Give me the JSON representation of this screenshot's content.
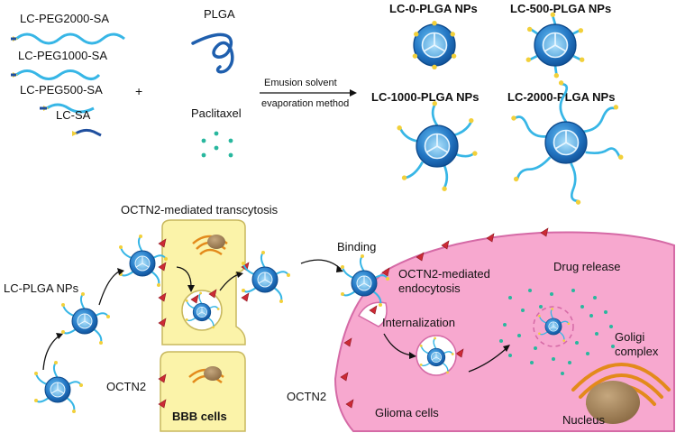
{
  "reagents": {
    "lc_peg2000_sa": "LC-PEG2000-SA",
    "lc_peg1000_sa": "LC-PEG1000-SA",
    "lc_peg500_sa": "LC-PEG500-SA",
    "lc_sa": "LC-SA",
    "plus": "+",
    "plga": "PLGA",
    "paclitaxel": "Paclitaxel"
  },
  "method": {
    "line1": "Emusion solvent",
    "line2": "evaporation method"
  },
  "nanoparticles": {
    "np0": "LC-0-PLGA NPs",
    "np500": "LC-500-PLGA NPs",
    "np1000": "LC-1000-PLGA NPs",
    "np2000": "LC-2000-PLGA NPs"
  },
  "pathway": {
    "transcytosis": "OCTN2-mediated transcytosis",
    "lc_plga_nps": "LC-PLGA NPs",
    "octn2_left": "OCTN2",
    "bbb_cells": "BBB cells",
    "binding": "Binding",
    "endocytosis_1": "OCTN2-mediated",
    "endocytosis_2": "endocytosis",
    "drug_release": "Drug release",
    "internalization": "Internalization",
    "goligi_1": "Goligi",
    "goligi_2": "complex",
    "octn2_right": "OCTN2",
    "glioma_cells": "Glioma cells",
    "nucleus": "Nucleus"
  }
}
